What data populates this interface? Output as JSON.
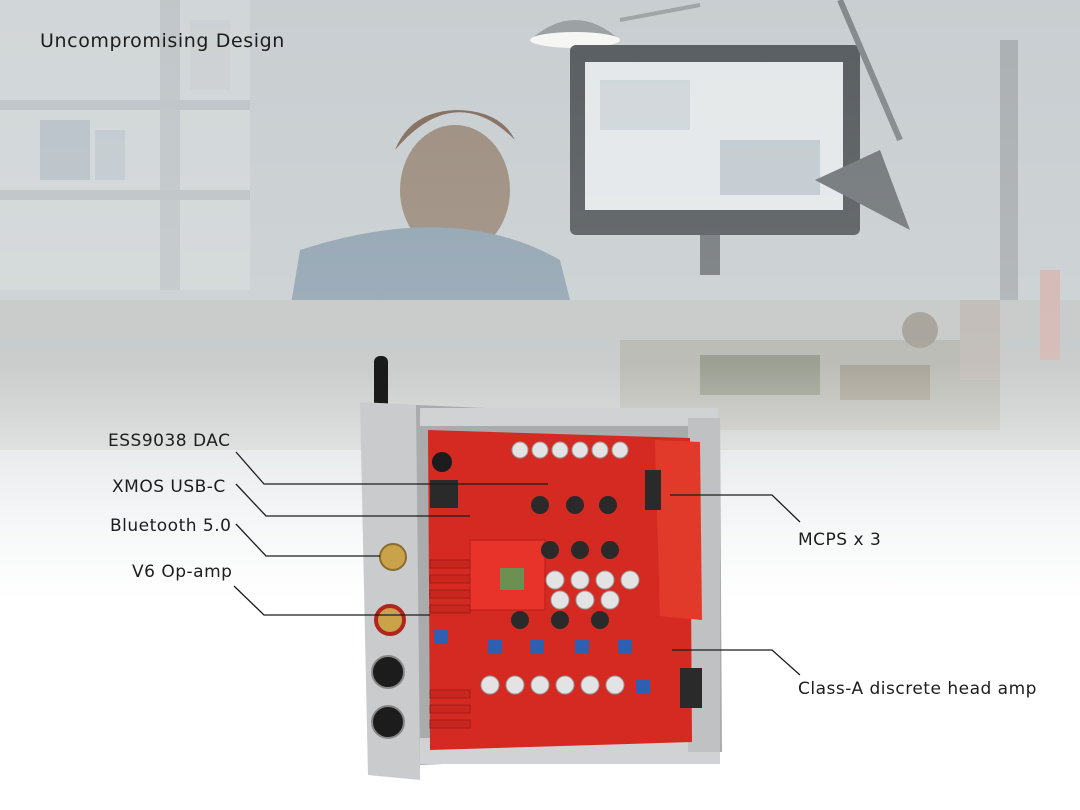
{
  "headline": "Uncompromising Design",
  "callouts": {
    "ess_dac": "ESS9038 DAC",
    "xmos_usb": "XMOS USB-C",
    "bluetooth": "Bluetooth 5.0",
    "opamp": "V6 Op-amp",
    "mcps": "MCPS x 3",
    "head_amp": "Class-A discrete head amp"
  }
}
